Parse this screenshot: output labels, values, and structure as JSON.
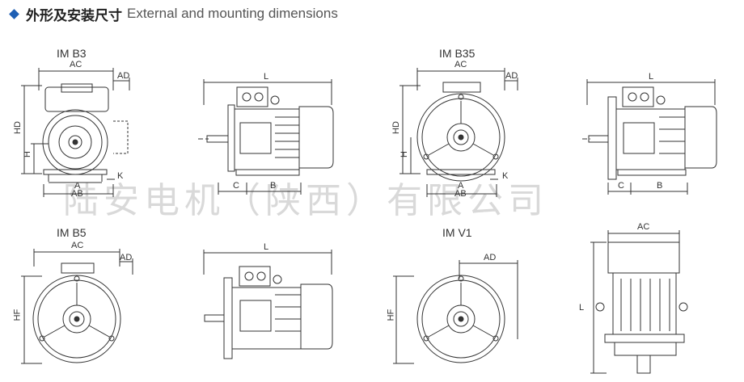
{
  "header": {
    "title_cn": "外形及安装尺寸",
    "title_en": "External and mounting dimensions"
  },
  "views": {
    "b3": "IM B3",
    "b35": "IM B35",
    "b5": "IM B5",
    "v1": "IM V1"
  },
  "dims": {
    "ac": "AC",
    "ad": "AD",
    "hd": "HD",
    "h": "H",
    "a": "A",
    "ab": "AB",
    "k": "K",
    "l": "L",
    "c": "C",
    "b": "B",
    "hf": "HF"
  },
  "watermark": "陆安电机（陕西）有限公司"
}
